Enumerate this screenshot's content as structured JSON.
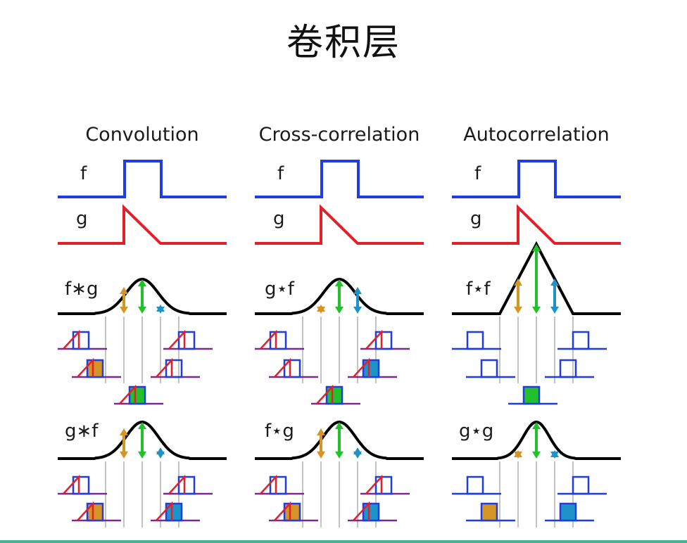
{
  "slide": {
    "title": "卷积层"
  },
  "columns": [
    {
      "title": "Convolution",
      "signal_f_label": "f",
      "signal_g_label": "g",
      "result_top_label": "f∗g",
      "result_bottom_label": "g∗f"
    },
    {
      "title": "Cross-correlation",
      "signal_f_label": "f",
      "signal_g_label": "g",
      "result_top_label": "g⋆f",
      "result_bottom_label": "f⋆g"
    },
    {
      "title": "Autocorrelation",
      "signal_f_label": "f",
      "signal_g_label": "g",
      "result_top_label": "f⋆f",
      "result_bottom_label": "g⋆g"
    }
  ],
  "colors": {
    "f_signal": "#1f3de0",
    "g_signal": "#e2202a",
    "result_curve": "#000000",
    "arrow_orange": "#d49526",
    "arrow_green": "#22c02a",
    "arrow_blue": "#1f93c8",
    "baseline_purple": "#7a2a8f",
    "baseline_teal": "#1a7a7a",
    "accent_bottom": "#47b392"
  }
}
